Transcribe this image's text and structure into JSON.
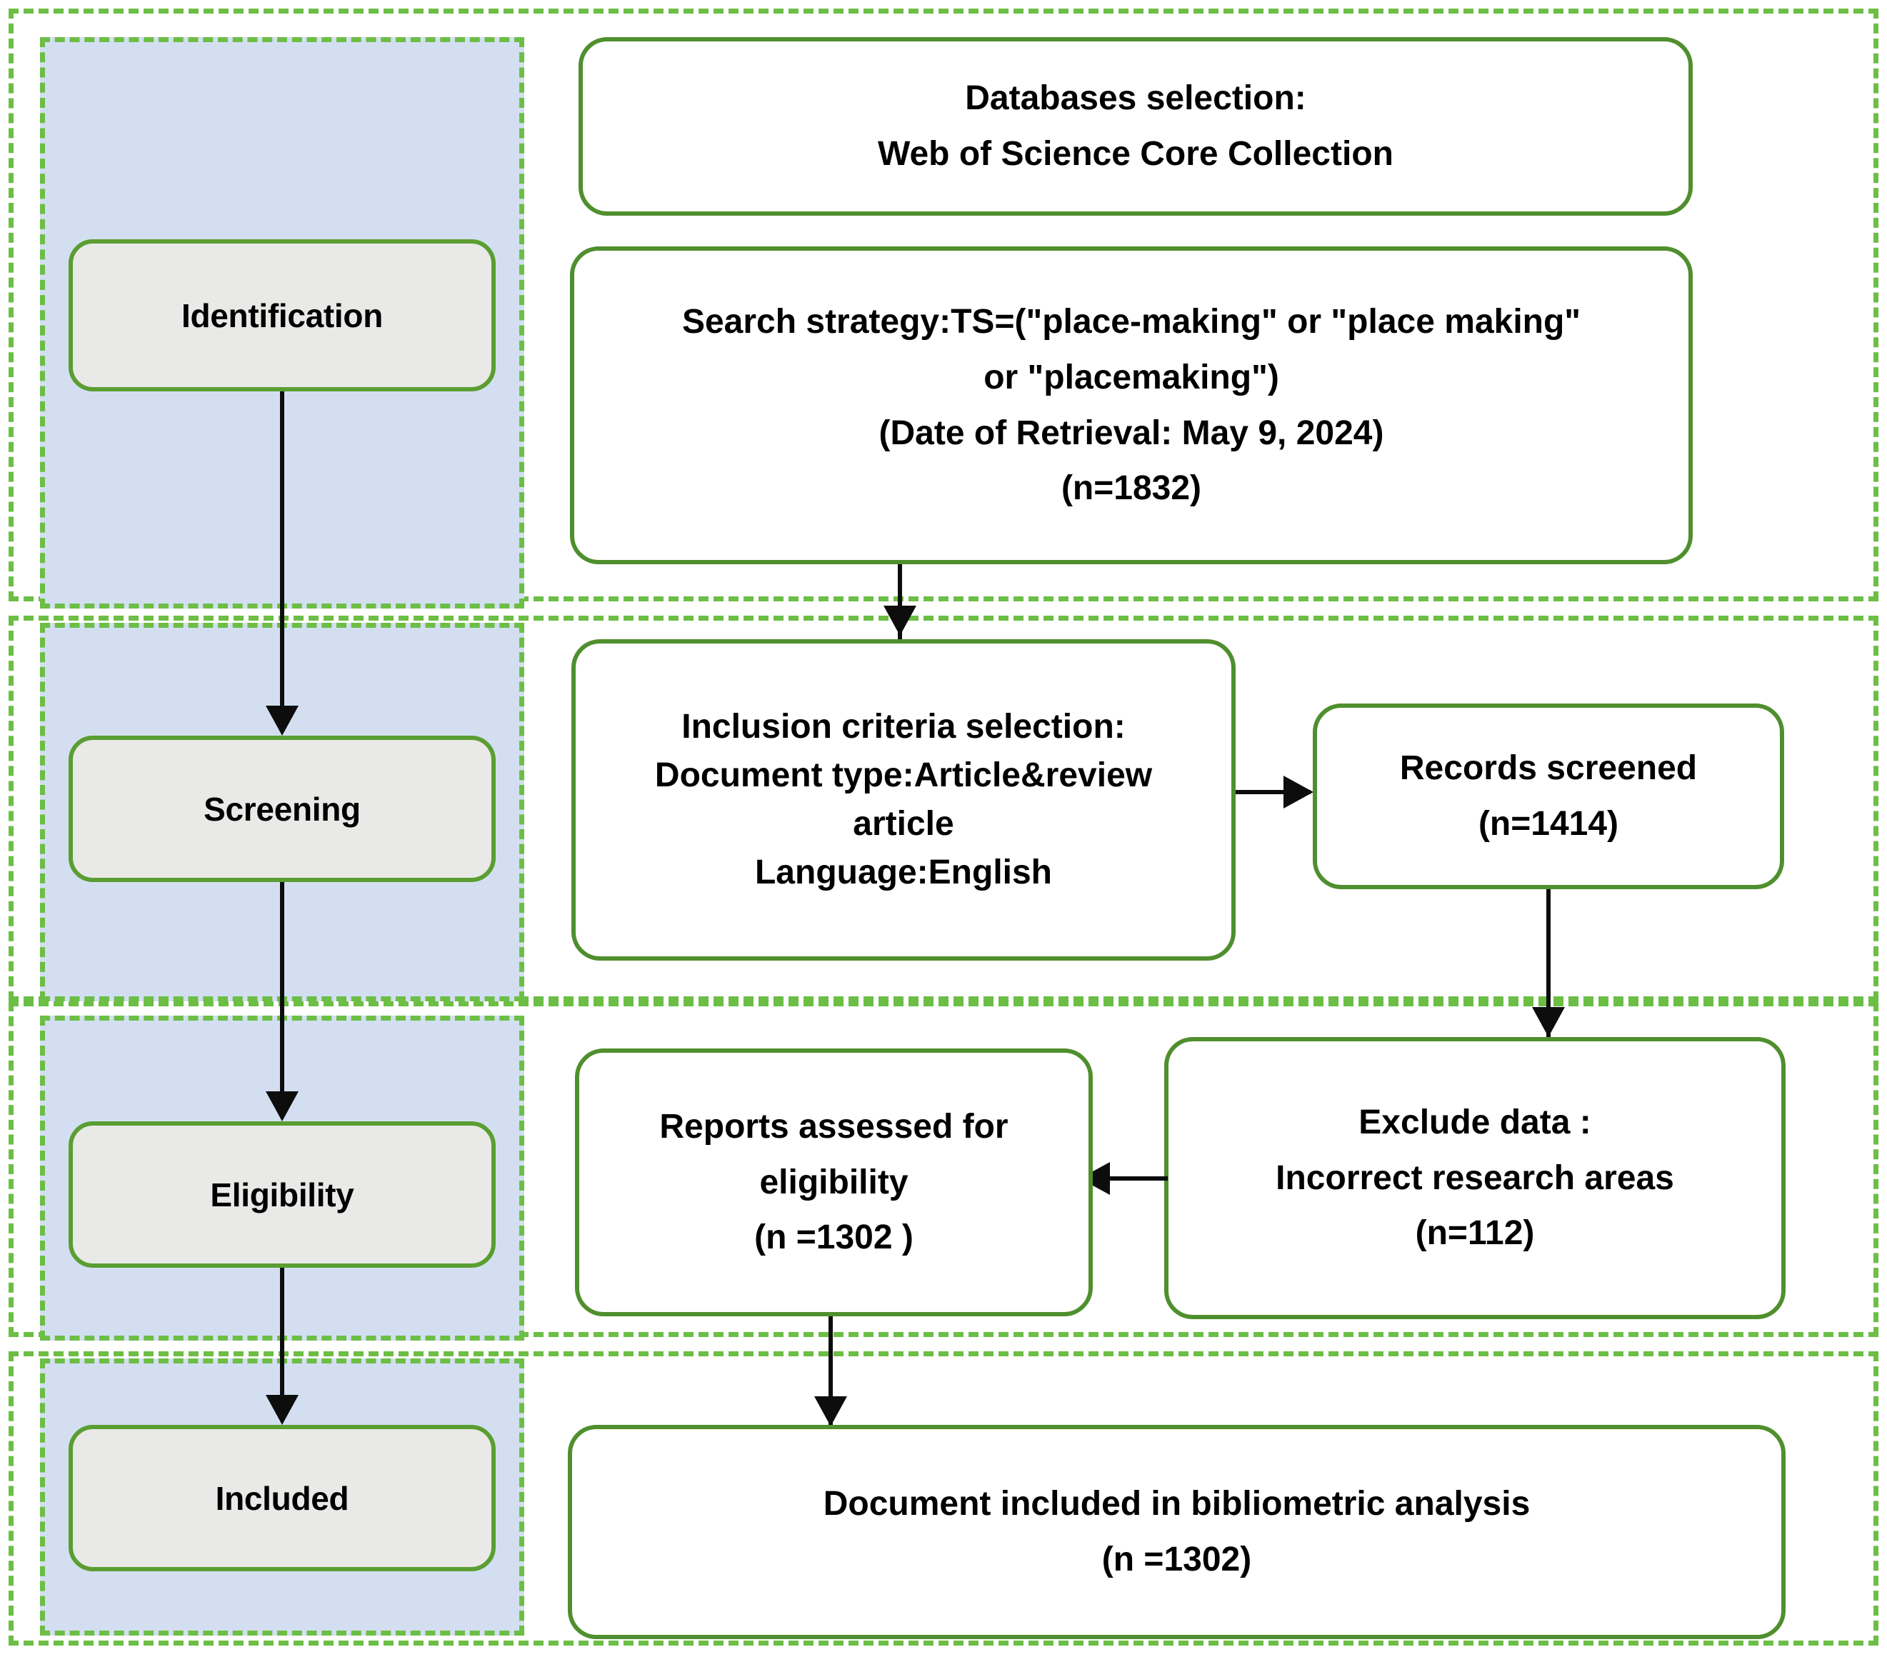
{
  "diagram": {
    "title": "PRISMA flow diagram for bibliometric document selection",
    "colors": {
      "stage_band_border": "#6cbe45",
      "sidebar_fill": "#d3dff1",
      "stage_label_fill": "#e9e9e7",
      "node_border": "#4f8f2e",
      "connector": "#0d0d0d"
    }
  },
  "stages": [
    {
      "id": "identification",
      "label": "Identification"
    },
    {
      "id": "screening",
      "label": "Screening"
    },
    {
      "id": "eligibility",
      "label": "Eligibility"
    },
    {
      "id": "included",
      "label": "Included"
    }
  ],
  "nodes": {
    "databases_selection": {
      "lines": [
        "Databases selection:",
        "Web of Science Core Collection"
      ]
    },
    "search_strategy": {
      "lines": [
        "Search strategy:TS=(\"place-making\" or \"place making\"",
        "or \"placemaking\")",
        "(Date of Retrieval: May 9, 2024)",
        "(n=1832)"
      ]
    },
    "inclusion_criteria": {
      "lines": [
        "Inclusion criteria selection:",
        "Document type:Article&review",
        "article",
        "Language:English"
      ]
    },
    "records_screened": {
      "lines": [
        "Records screened",
        "(n=1414)"
      ]
    },
    "reports_assessed": {
      "lines": [
        "Reports assessed for",
        "eligibility",
        "(n =1302 )"
      ]
    },
    "exclude_data": {
      "lines": [
        "Exclude data :",
        "Incorrect research areas",
        "(n=112)"
      ]
    },
    "document_included": {
      "lines": [
        "Document included in bibliometric analysis",
        "(n =1302)"
      ]
    }
  },
  "connectors": [
    {
      "id": "identification-to-screening",
      "from": "identification",
      "to": "screening",
      "direction": "down"
    },
    {
      "id": "screening-to-eligibility",
      "from": "screening",
      "to": "eligibility",
      "direction": "down"
    },
    {
      "id": "eligibility-to-included",
      "from": "eligibility",
      "to": "included",
      "direction": "down"
    },
    {
      "id": "search-to-inclusion",
      "from": "search_strategy",
      "to": "inclusion_criteria",
      "direction": "down"
    },
    {
      "id": "inclusion-to-records",
      "from": "inclusion_criteria",
      "to": "records_screened",
      "direction": "right"
    },
    {
      "id": "records-to-exclude",
      "from": "records_screened",
      "to": "exclude_data",
      "direction": "down"
    },
    {
      "id": "exclude-to-reports",
      "from": "exclude_data",
      "to": "reports_assessed",
      "direction": "left"
    },
    {
      "id": "reports-to-document",
      "from": "reports_assessed",
      "to": "document_included",
      "direction": "down"
    }
  ]
}
